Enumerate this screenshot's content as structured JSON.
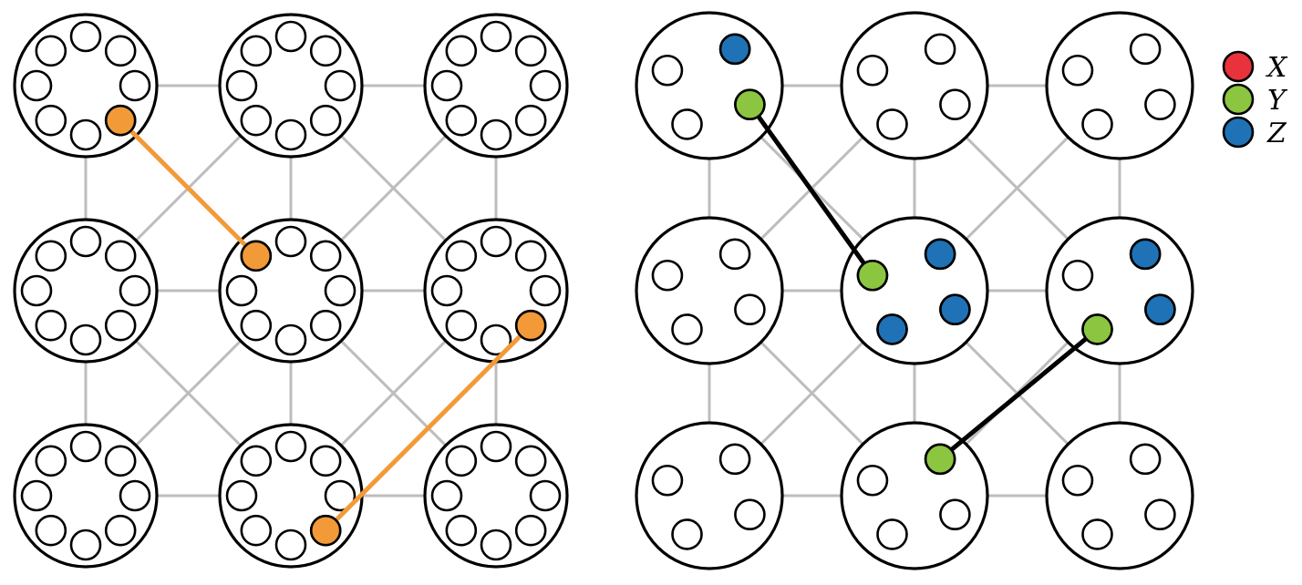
{
  "colors": {
    "outline": "#000000",
    "grid_line": "#bdbdbd",
    "left_highlight": "#f29a38",
    "right_connection": "#000000",
    "empty_slot": "#ffffff"
  },
  "left_panel": {
    "rows": 3,
    "cols": 3,
    "slots_per_node": 8,
    "highlighted_slots": [
      {
        "node": [
          0,
          0
        ],
        "slot": 3
      },
      {
        "node": [
          1,
          1
        ],
        "slot": 7
      },
      {
        "node": [
          1,
          2
        ],
        "slot": 3
      },
      {
        "node": [
          2,
          1
        ],
        "slot": 3
      }
    ],
    "connections": [
      {
        "from": {
          "node": [
            0,
            0
          ],
          "slot": 3
        },
        "to": {
          "node": [
            1,
            1
          ],
          "slot": 7
        }
      },
      {
        "from": {
          "node": [
            1,
            2
          ],
          "slot": 3
        },
        "to": {
          "node": [
            2,
            1
          ],
          "slot": 3
        }
      }
    ]
  },
  "right_panel": {
    "rows": 3,
    "cols": 3,
    "slots_per_node": 4,
    "colored_slots": [
      {
        "node": [
          0,
          0
        ],
        "slot": 0,
        "state": "Z"
      },
      {
        "node": [
          0,
          0
        ],
        "slot": 1,
        "state": "Y"
      },
      {
        "node": [
          1,
          1
        ],
        "slot": 0,
        "state": "Z"
      },
      {
        "node": [
          1,
          1
        ],
        "slot": 1,
        "state": "Z"
      },
      {
        "node": [
          1,
          1
        ],
        "slot": 2,
        "state": "Z"
      },
      {
        "node": [
          1,
          1
        ],
        "slot": 3,
        "state": "Y"
      },
      {
        "node": [
          1,
          2
        ],
        "slot": 0,
        "state": "Z"
      },
      {
        "node": [
          1,
          2
        ],
        "slot": 1,
        "state": "Z"
      },
      {
        "node": [
          1,
          2
        ],
        "slot": 2,
        "state": "Y"
      },
      {
        "node": [
          2,
          1
        ],
        "slot": 0,
        "state": "Y"
      }
    ],
    "connections": [
      {
        "from": {
          "node": [
            0,
            0
          ],
          "slot": 1
        },
        "to": {
          "node": [
            1,
            1
          ],
          "slot": 3
        }
      },
      {
        "from": {
          "node": [
            1,
            2
          ],
          "slot": 2
        },
        "to": {
          "node": [
            2,
            1
          ],
          "slot": 0
        }
      }
    ]
  },
  "legend": {
    "items": [
      {
        "label": "X",
        "color": "#e8333c"
      },
      {
        "label": "Y",
        "color": "#8cc540"
      },
      {
        "label": "Z",
        "color": "#1f72b6"
      }
    ]
  }
}
